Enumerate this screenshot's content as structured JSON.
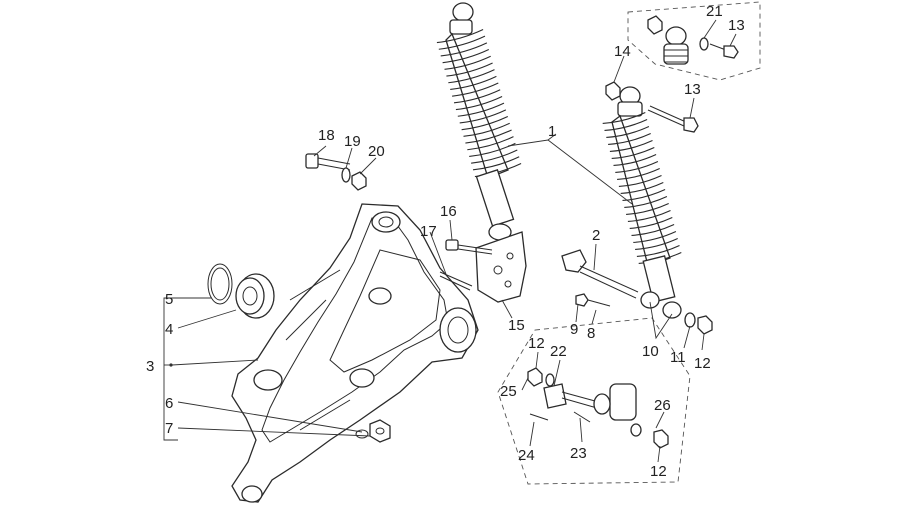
{
  "callouts": {
    "c1": "1",
    "c2": "2",
    "c3": "3",
    "c4": "4",
    "c5": "5",
    "c6": "6",
    "c7": "7",
    "c8": "8",
    "c9": "9",
    "c10": "10",
    "c11": "11",
    "c12a": "12",
    "c12b": "12",
    "c12c": "12",
    "c13a": "13",
    "c13b": "13",
    "c14": "14",
    "c15": "15",
    "c16": "16",
    "c17": "17",
    "c18": "18",
    "c19": "19",
    "c20": "20",
    "c21": "21",
    "c22": "22",
    "c23": "23",
    "c24": "24",
    "c25": "25",
    "c26": "26"
  }
}
